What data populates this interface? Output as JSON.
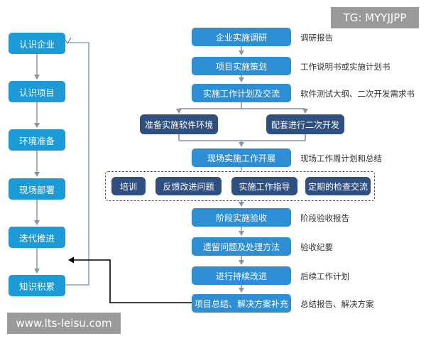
{
  "watermark_top": "TG: MYYJJPP",
  "watermark_bottom": "www.lts-leisu.com",
  "left_flow": [
    "认识企业",
    "认识项目",
    "环境准备",
    "现场部署",
    "迭代推进",
    "知识积累"
  ],
  "center_flow": {
    "s1": "企业实施调研",
    "s2": "项目实施策划",
    "s3": "实施工作计划及交流",
    "split_left": "准备实施软件环境",
    "split_right": "配套进行二次开发",
    "s4": "现场实施工作开展",
    "activities": [
      "培训",
      "反馈改进问题",
      "实施工作指导",
      "定期的检查交流"
    ],
    "s5": "阶段实施验收",
    "s6": "遗留问题及处理方法",
    "s7": "进行持续改进",
    "s8": "项目总结、解决方案补充"
  },
  "notes": {
    "s1": "调研报告",
    "s2": "工作说明书或实施计划书",
    "s3": "软件测试大纲、二次开发需求书",
    "s4": "现场工作周计划和总结",
    "s5": "阶段验收报告",
    "s6": "验收纪要",
    "s7": "后续工作计划",
    "s8": "总结报告、解决方案"
  },
  "colors": {
    "left_node": "#1b9ad6",
    "center_node": "#2e8ed4",
    "dark_node": "#2f4f7f",
    "arrow": "#7f8fa3",
    "feedback_arrow": "#000000",
    "loop_arrow": "#7a8fb0"
  }
}
